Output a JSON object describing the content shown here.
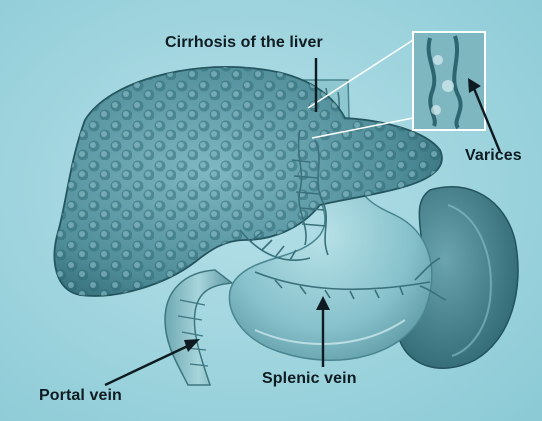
{
  "diagram": {
    "labels": {
      "title": "Cirrhosis of the liver",
      "varices": "Varices",
      "portal_vein": "Portal vein",
      "splenic_vein": "Splenic vein"
    },
    "colors": {
      "background": "#9fd3dd",
      "liver": "#5d9aa6",
      "liver_dark": "#2f6873",
      "stomach": "#88c3cd",
      "spleen": "#4b8591",
      "vein": "#3e7680",
      "text": "#0e1c22"
    }
  }
}
